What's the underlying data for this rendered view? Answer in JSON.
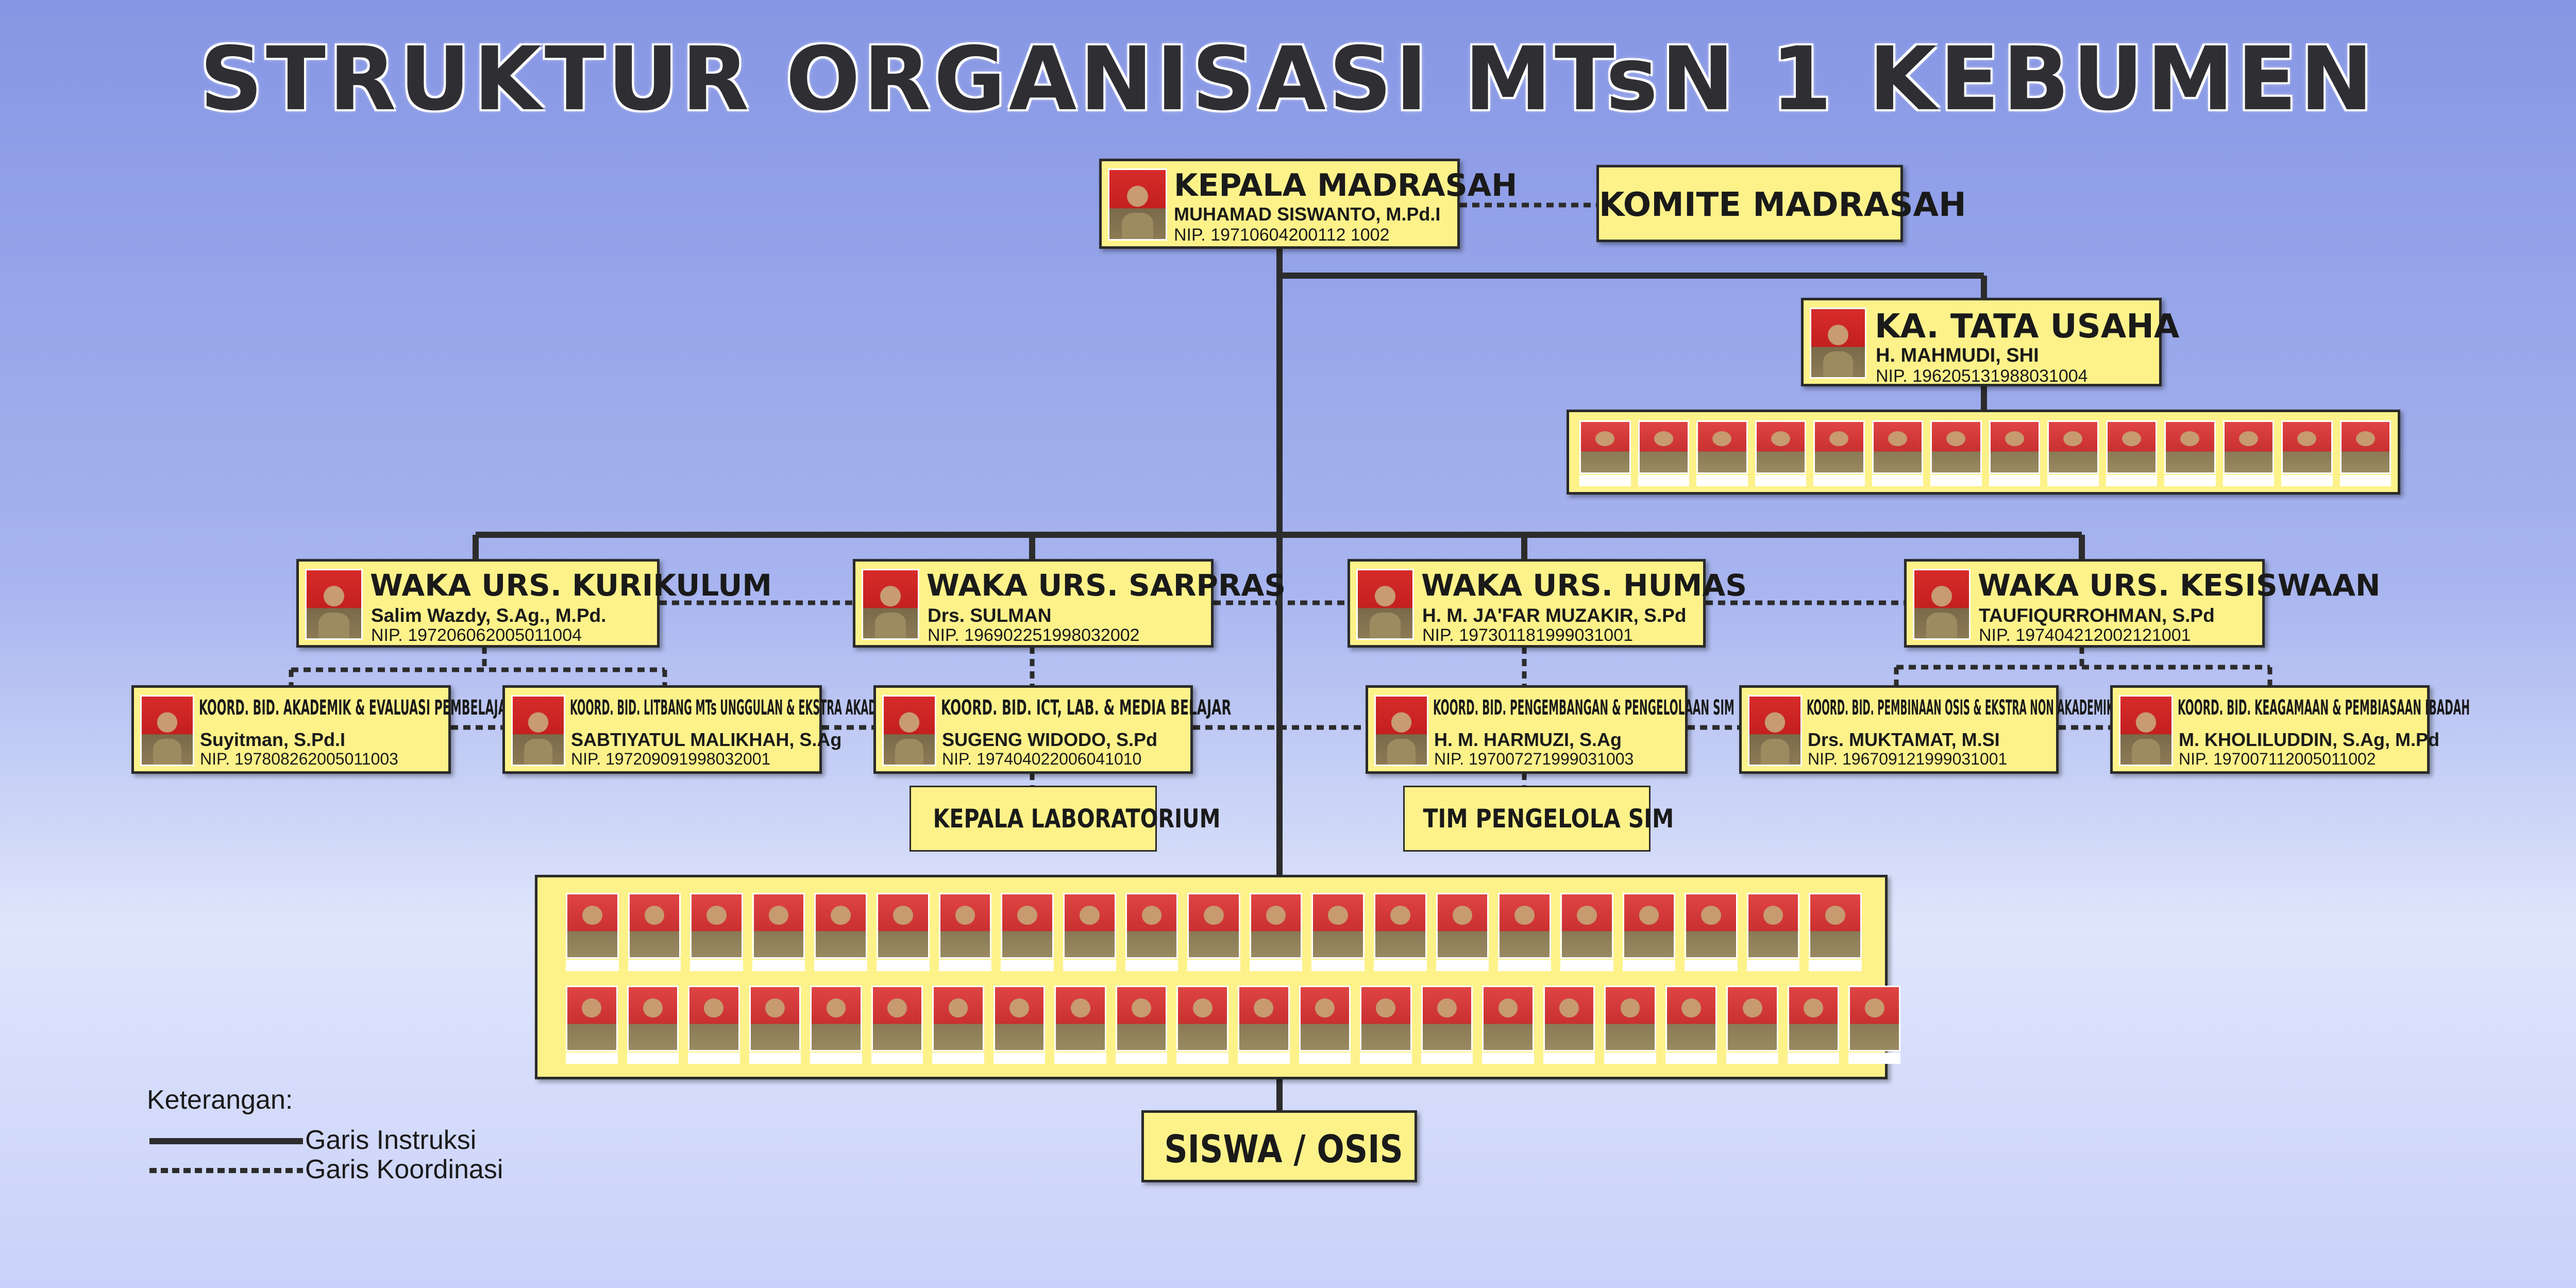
{
  "title": "STRUKTUR ORGANISASI MTsN 1 KEBUMEN",
  "kepala": {
    "label": "KEPALA MADRASAH",
    "name": "MUHAMAD SISWANTO, M.Pd.I",
    "nip": "NIP. 19710604200112 1002"
  },
  "komite": {
    "label": "KOMITE MADRASAH"
  },
  "tata_usaha": {
    "label": "KA. TATA USAHA",
    "name": "H. MAHMUDI, SHI",
    "nip": "NIP. 196205131988031004"
  },
  "waka": [
    {
      "label": "WAKA URS. KURIKULUM",
      "name": "Salim Wazdy, S.Ag., M.Pd.",
      "nip": "NIP. 197206062005011004"
    },
    {
      "label": "WAKA URS. SARPRAS",
      "name": "Drs. SULMAN",
      "nip": "NIP. 196902251998032002"
    },
    {
      "label": "WAKA URS. HUMAS",
      "name": "H. M. JA'FAR MUZAKIR, S.Pd",
      "nip": "NIP. 197301181999031001"
    },
    {
      "label": "WAKA URS. KESISWAAN",
      "name": "TAUFIQURROHMAN, S.Pd",
      "nip": "NIP. 197404212002121001"
    }
  ],
  "koord": [
    {
      "label": "KOORD. BID. AKADEMIK & EVALUASI PEMBELAJARAN",
      "name": "Suyitman, S.Pd.I",
      "nip": "NIP. 197808262005011003"
    },
    {
      "label": "KOORD. BID. LITBANG MTs UNGGULAN & EKSTRA AKADEMIK",
      "name": "SABTIYATUL MALIKHAH, S.Ag",
      "nip": "NIP. 197209091998032001"
    },
    {
      "label": "KOORD. BID. ICT, LAB. & MEDIA BELAJAR",
      "name": "SUGENG WIDODO, S.Pd",
      "nip": "NIP. 197404022006041010"
    },
    {
      "label": "KOORD. BID. PENGEMBANGAN & PENGELOLAAN SIM",
      "name": "H. M. HARMUZI, S.Ag",
      "nip": "NIP. 197007271999031003"
    },
    {
      "label": "KOORD. BID. PEMBINAAN OSIS & EKSTRA NON AKADEMIK",
      "name": "Drs. MUKTAMAT, M.SI",
      "nip": "NIP. 196709121999031001"
    },
    {
      "label": "KOORD. BID. KEAGAMAAN & PEMBIASAAN IBADAH",
      "name": "M. KHOLILUDDIN, S.Ag, M.Pd",
      "nip": "NIP. 197007112005011002"
    }
  ],
  "lab": {
    "label": "KEPALA LABORATORIUM"
  },
  "sim": {
    "label": "TIM PENGELOLA SIM"
  },
  "siswa": {
    "label": "SISWA / OSIS"
  },
  "tu_staff_count": 14,
  "teacher_rows": [
    21,
    22
  ],
  "legend": {
    "title": "Keterangan:",
    "instruksi": "Garis Instruksi",
    "koordinasi": "Garis Koordinasi"
  }
}
